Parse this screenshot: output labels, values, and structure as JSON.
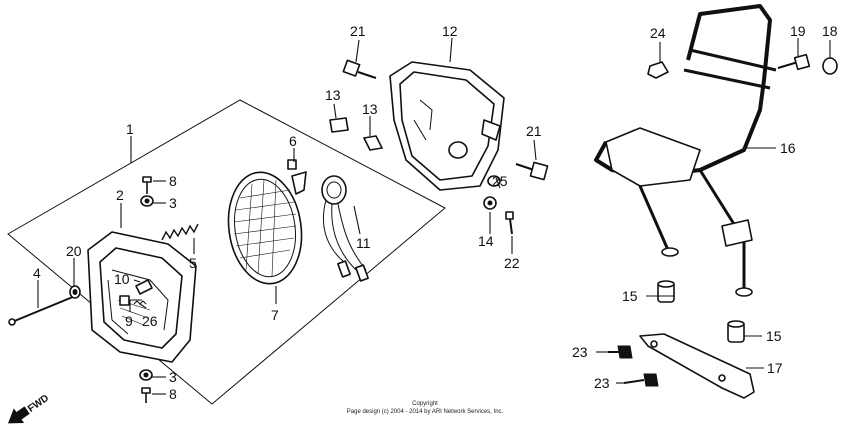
{
  "callouts": {
    "c1": "1",
    "c2": "2",
    "c3a": "3",
    "c3b": "3",
    "c4": "4",
    "c5": "5",
    "c6": "6",
    "c7": "7",
    "c8a": "8",
    "c8b": "8",
    "c9": "9",
    "c10": "10",
    "c11": "11",
    "c12": "12",
    "c13a": "13",
    "c13b": "13",
    "c14": "14",
    "c15a": "15",
    "c15b": "15",
    "c16": "16",
    "c17": "17",
    "c18": "18",
    "c19": "19",
    "c20": "20",
    "c21a": "21",
    "c21b": "21",
    "c22": "22",
    "c23a": "23",
    "c23b": "23",
    "c24": "24",
    "c25": "25",
    "c26": "26"
  },
  "footer": {
    "line1": "Copyright",
    "line2": "Page design (c) 2004 - 2014 by ARI Network Services, Inc."
  },
  "direction": {
    "label": "FWD"
  }
}
